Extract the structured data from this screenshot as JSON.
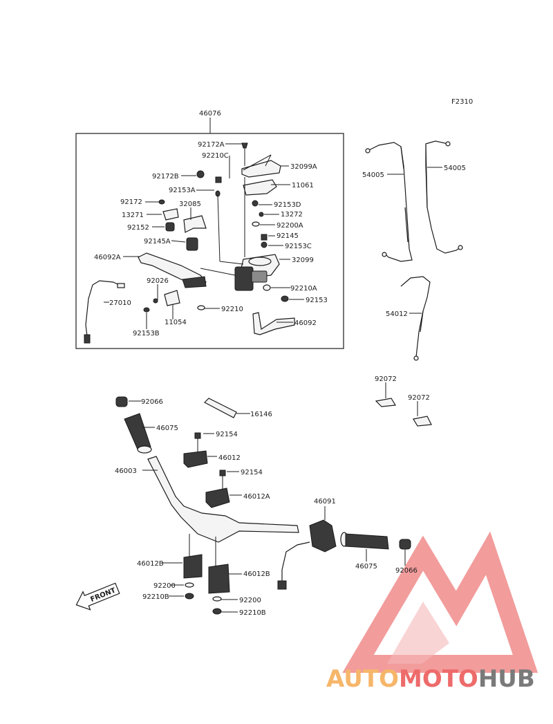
{
  "figure_code": "F2310",
  "assembly": {
    "id": "46076",
    "parts": [
      "92172A",
      "92210C",
      "32099A",
      "92172B",
      "11061",
      "92153A",
      "92153D",
      "32085",
      "92172",
      "13271",
      "13272",
      "92152",
      "92200A",
      "92145",
      "92145A",
      "92153C",
      "46092A",
      "32099",
      "92026",
      "92210A",
      "92153",
      "27010",
      "11054",
      "92210",
      "46092",
      "92153B"
    ]
  },
  "cables": [
    "54005",
    "54005",
    "54012"
  ],
  "handlebar_parts": [
    "92072",
    "92072",
    "92066",
    "16146",
    "46075",
    "92154",
    "46012",
    "46003",
    "92154",
    "46012A",
    "46091",
    "46075",
    "92066",
    "46012B",
    "46012B",
    "92200",
    "92210B",
    "92200",
    "92210B"
  ],
  "front_arrow_label": "FRONT",
  "watermark": {
    "word_part1": "AUTO",
    "word_part2": "MOTO",
    "word_part3": "HUB",
    "colors": {
      "part1": "#f6b66a",
      "part2": "#ee6b6b",
      "part3": "#7a7a7a",
      "triangle": "#ee7b7b"
    }
  }
}
